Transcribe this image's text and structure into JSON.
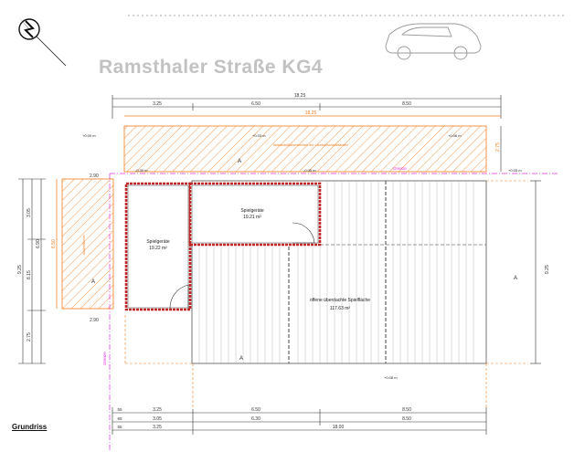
{
  "title": "Ramsthaler Straße KG4",
  "caption": "Grundriss",
  "colors": {
    "hatch": "#f07c1a",
    "wall": "#c02828",
    "boundary": "#e030e0",
    "dimension": "#333333",
    "title": "#c2c2c2"
  },
  "icons": {
    "north": "north-arrow-icon",
    "car": "car-icon"
  },
  "rooms": {
    "spielgeraete": {
      "name": "Spielgeräte",
      "area": "19.21 m²"
    },
    "spielgeraete_left": {
      "name": "Spielgeräte",
      "area": "19.22 m²"
    },
    "offene_flaeche": {
      "name": "offene überdachte Spielfläche",
      "area": "117.63 m²"
    }
  },
  "annotations": {
    "grenze_top": "Grenze",
    "grenze_left": "Grenze",
    "level_a": "+0.00 m",
    "level_b": "+0.03 m",
    "level_c": "+0.06 m",
    "level_d": "-0.30 m",
    "level_e": "-0.05 m",
    "level_f": "+0.05 m",
    "level_g": "+0.08 m",
    "hatch_note": "Abstandsflächenbereich der Landwirtschaftsflächen",
    "section_mark": "A",
    "parking_left": "Abstellflächen"
  },
  "dimensions": {
    "top_total": "18.25",
    "top_total_orange": "18.25",
    "top_1": "3.25",
    "top_2": "6.50",
    "top_3": "8.50",
    "left_total": "9.25",
    "left_1": "3.05",
    "left_2": "8.15",
    "left_3": "2.75",
    "left_hatch": "6.90",
    "left_hatch2": "6.50",
    "left_top": "2.90",
    "left_bottom": "2.90",
    "right_total": "9.25",
    "right_top": "2.75",
    "bottom_row1": [
      "3.25",
      "6.50",
      "8.50"
    ],
    "bottom_row2": [
      "3.05",
      "6.30",
      "8.50"
    ],
    "bottom_row3": [
      "3.25",
      "18.00"
    ],
    "bottom_edge": [
      "55",
      "65",
      "55"
    ]
  }
}
